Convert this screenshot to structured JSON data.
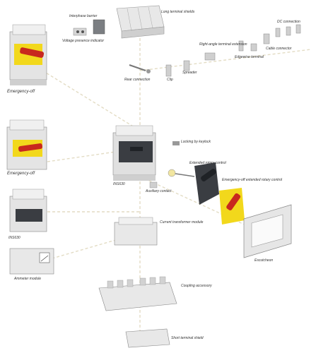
{
  "labels": {
    "interphase_barrier": "Interphase barrier",
    "voltage_presence_indicator": "Voltage presence indicator",
    "long_terminal_shields": "Long terminal shields",
    "dc_connection": "DC connection",
    "right_angle_terminal_extension": "Right-angle terminal extension",
    "edgewise_terminal": "Edgewise terminal",
    "cable_connector": "Cable connector",
    "spreader": "Spreader",
    "clip": "Clip",
    "rear_connection": "Rear connection",
    "emergency_off_1": "Emergency-off",
    "emergency_off_2": "Emergency-off",
    "insds": "INS630",
    "ins_bottom": "INS630",
    "locking_by_keylock": "Locking by keylock",
    "extended_rotary_control": "Extended rotary control",
    "auxiliary_contact": "Auxiliary contact",
    "emergency_off_extended": "Emergency-off extended rotary control",
    "current_transformer_module": "Current transformer module",
    "escutcheon": "Escutcheon",
    "ammeter_module": "Ammeter module",
    "coupling_accessory": "Coupling accessory",
    "short_terminal_shield": "Short terminal shield"
  },
  "colors": {
    "yellow_handle": "#f2d81c",
    "red_handle": "#c8281e",
    "dark_body": "#3a3d42",
    "light_body": "#e6e6e6",
    "guide_line": "#e9e3cf"
  },
  "icons": [
    "switch-disconnector",
    "rotary-handle",
    "terminal-shield",
    "escutcheon-frame",
    "ammeter"
  ]
}
